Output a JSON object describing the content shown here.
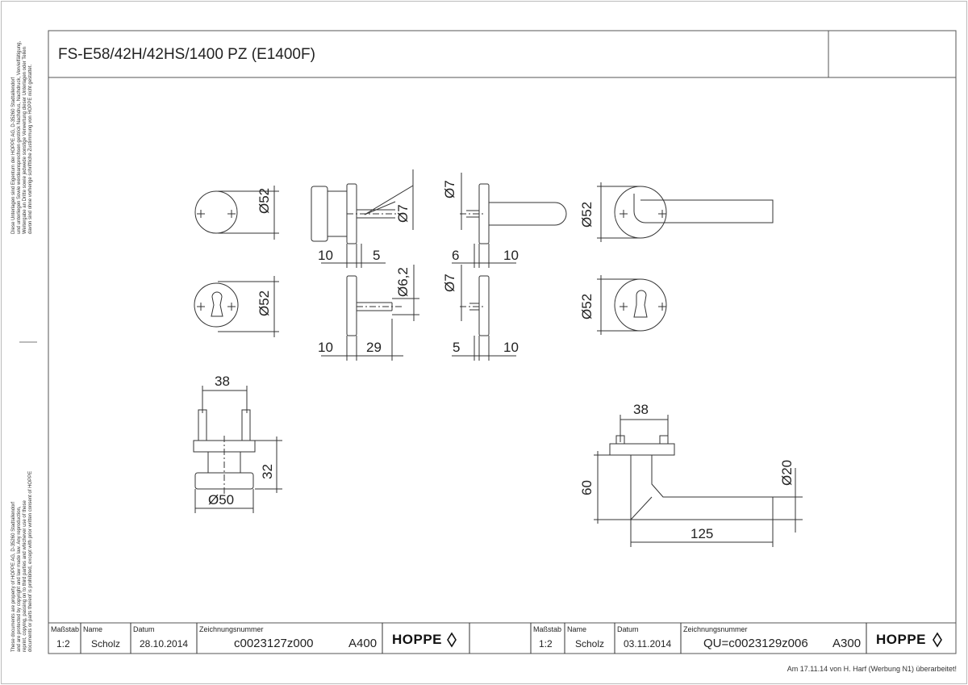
{
  "drawing": {
    "title": "FS-E58/42H/42HS/1400 PZ (E1400F)",
    "footer_note": "Am 17.11.14 von H. Harf (Werbung N1) überarbeitet!",
    "side_note_de": [
      "Diese Unterlagen sind Eigentum der HOPPE AG, D-35260 Stadtallendorf",
      "und unterliegen Sowie werdeansprechsen gestrick Nachdrus, Nachdruck, Vervielfältigung,",
      "Weitergabe an Dritte sowie jedwede sonstige Verwertung dieser Unterlagen oder Teilen",
      "davon sind ohne vorherige schriftliche Zustimmung von HOPPE nicht gestattet."
    ],
    "side_note_en": [
      "These documents are property of HOPPE AG, D-35260 Stadtallendorf",
      "and are protected by copyright and law made law. Any reproduction,",
      "reprint, copying, passing on to third parties and whichever use of these",
      "documents or parts thereof is prohibited, except with prior written consent of HOPPE"
    ]
  },
  "dimensions": {
    "d52_a": "Ø52",
    "d52_b": "Ø52",
    "d52_c": "Ø52",
    "d52_d": "Ø52",
    "d7_a": "Ø7",
    "d7_b": "Ø7",
    "d7_c": "Ø7",
    "d6_2": "Ø6,2",
    "d20": "Ø20",
    "d50": "Ø50",
    "v10_a": "10",
    "v5_a": "5",
    "v6": "6",
    "v10_b": "10",
    "v10_c": "10",
    "v29": "29",
    "v5_b": "5",
    "v10_d": "10",
    "v38_a": "38",
    "v32": "32",
    "v38_b": "38",
    "v60": "60",
    "v125": "125"
  },
  "title_block": [
    {
      "massstab_label": "Maßstab",
      "massstab": "1:2",
      "name_label": "Name",
      "name": "Scholz",
      "datum_label": "Datum",
      "datum": "28.10.2014",
      "nummer_label": "Zeichnungsnummer",
      "nummer": "c0023127z000",
      "format": "A400",
      "logo": "HOPPE"
    },
    {
      "massstab_label": "Maßstab",
      "massstab": "1:2",
      "name_label": "Name",
      "name": "Scholz",
      "datum_label": "Datum",
      "datum": "03.11.2014",
      "nummer_label": "Zeichnungsnummer",
      "nummer": "QU=c0023129z006",
      "format": "A300",
      "logo": "HOPPE"
    }
  ],
  "colors": {
    "line": "#333333",
    "border": "#555555"
  }
}
